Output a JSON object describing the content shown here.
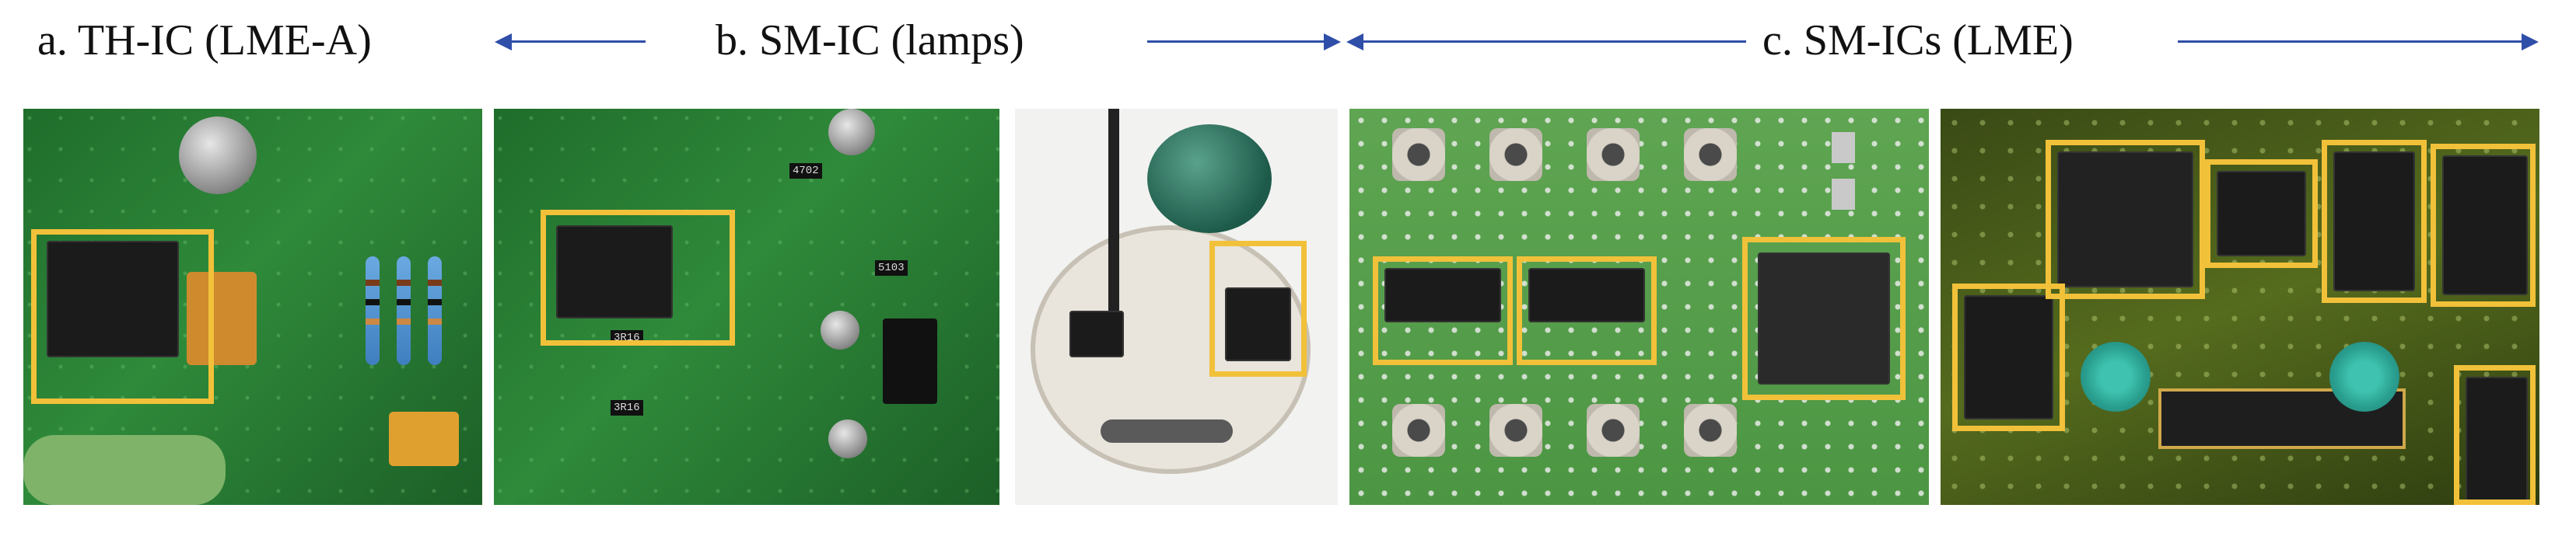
{
  "labels": {
    "a": "a.   TH-IC (LME-A)",
    "b": "b. SM-IC (lamps)",
    "c": "c. SM-ICs (LME)"
  },
  "colors": {
    "highlight": "#f2c13a",
    "arrow": "#2f4ea8",
    "pcb_green": "#2f8a3a"
  }
}
